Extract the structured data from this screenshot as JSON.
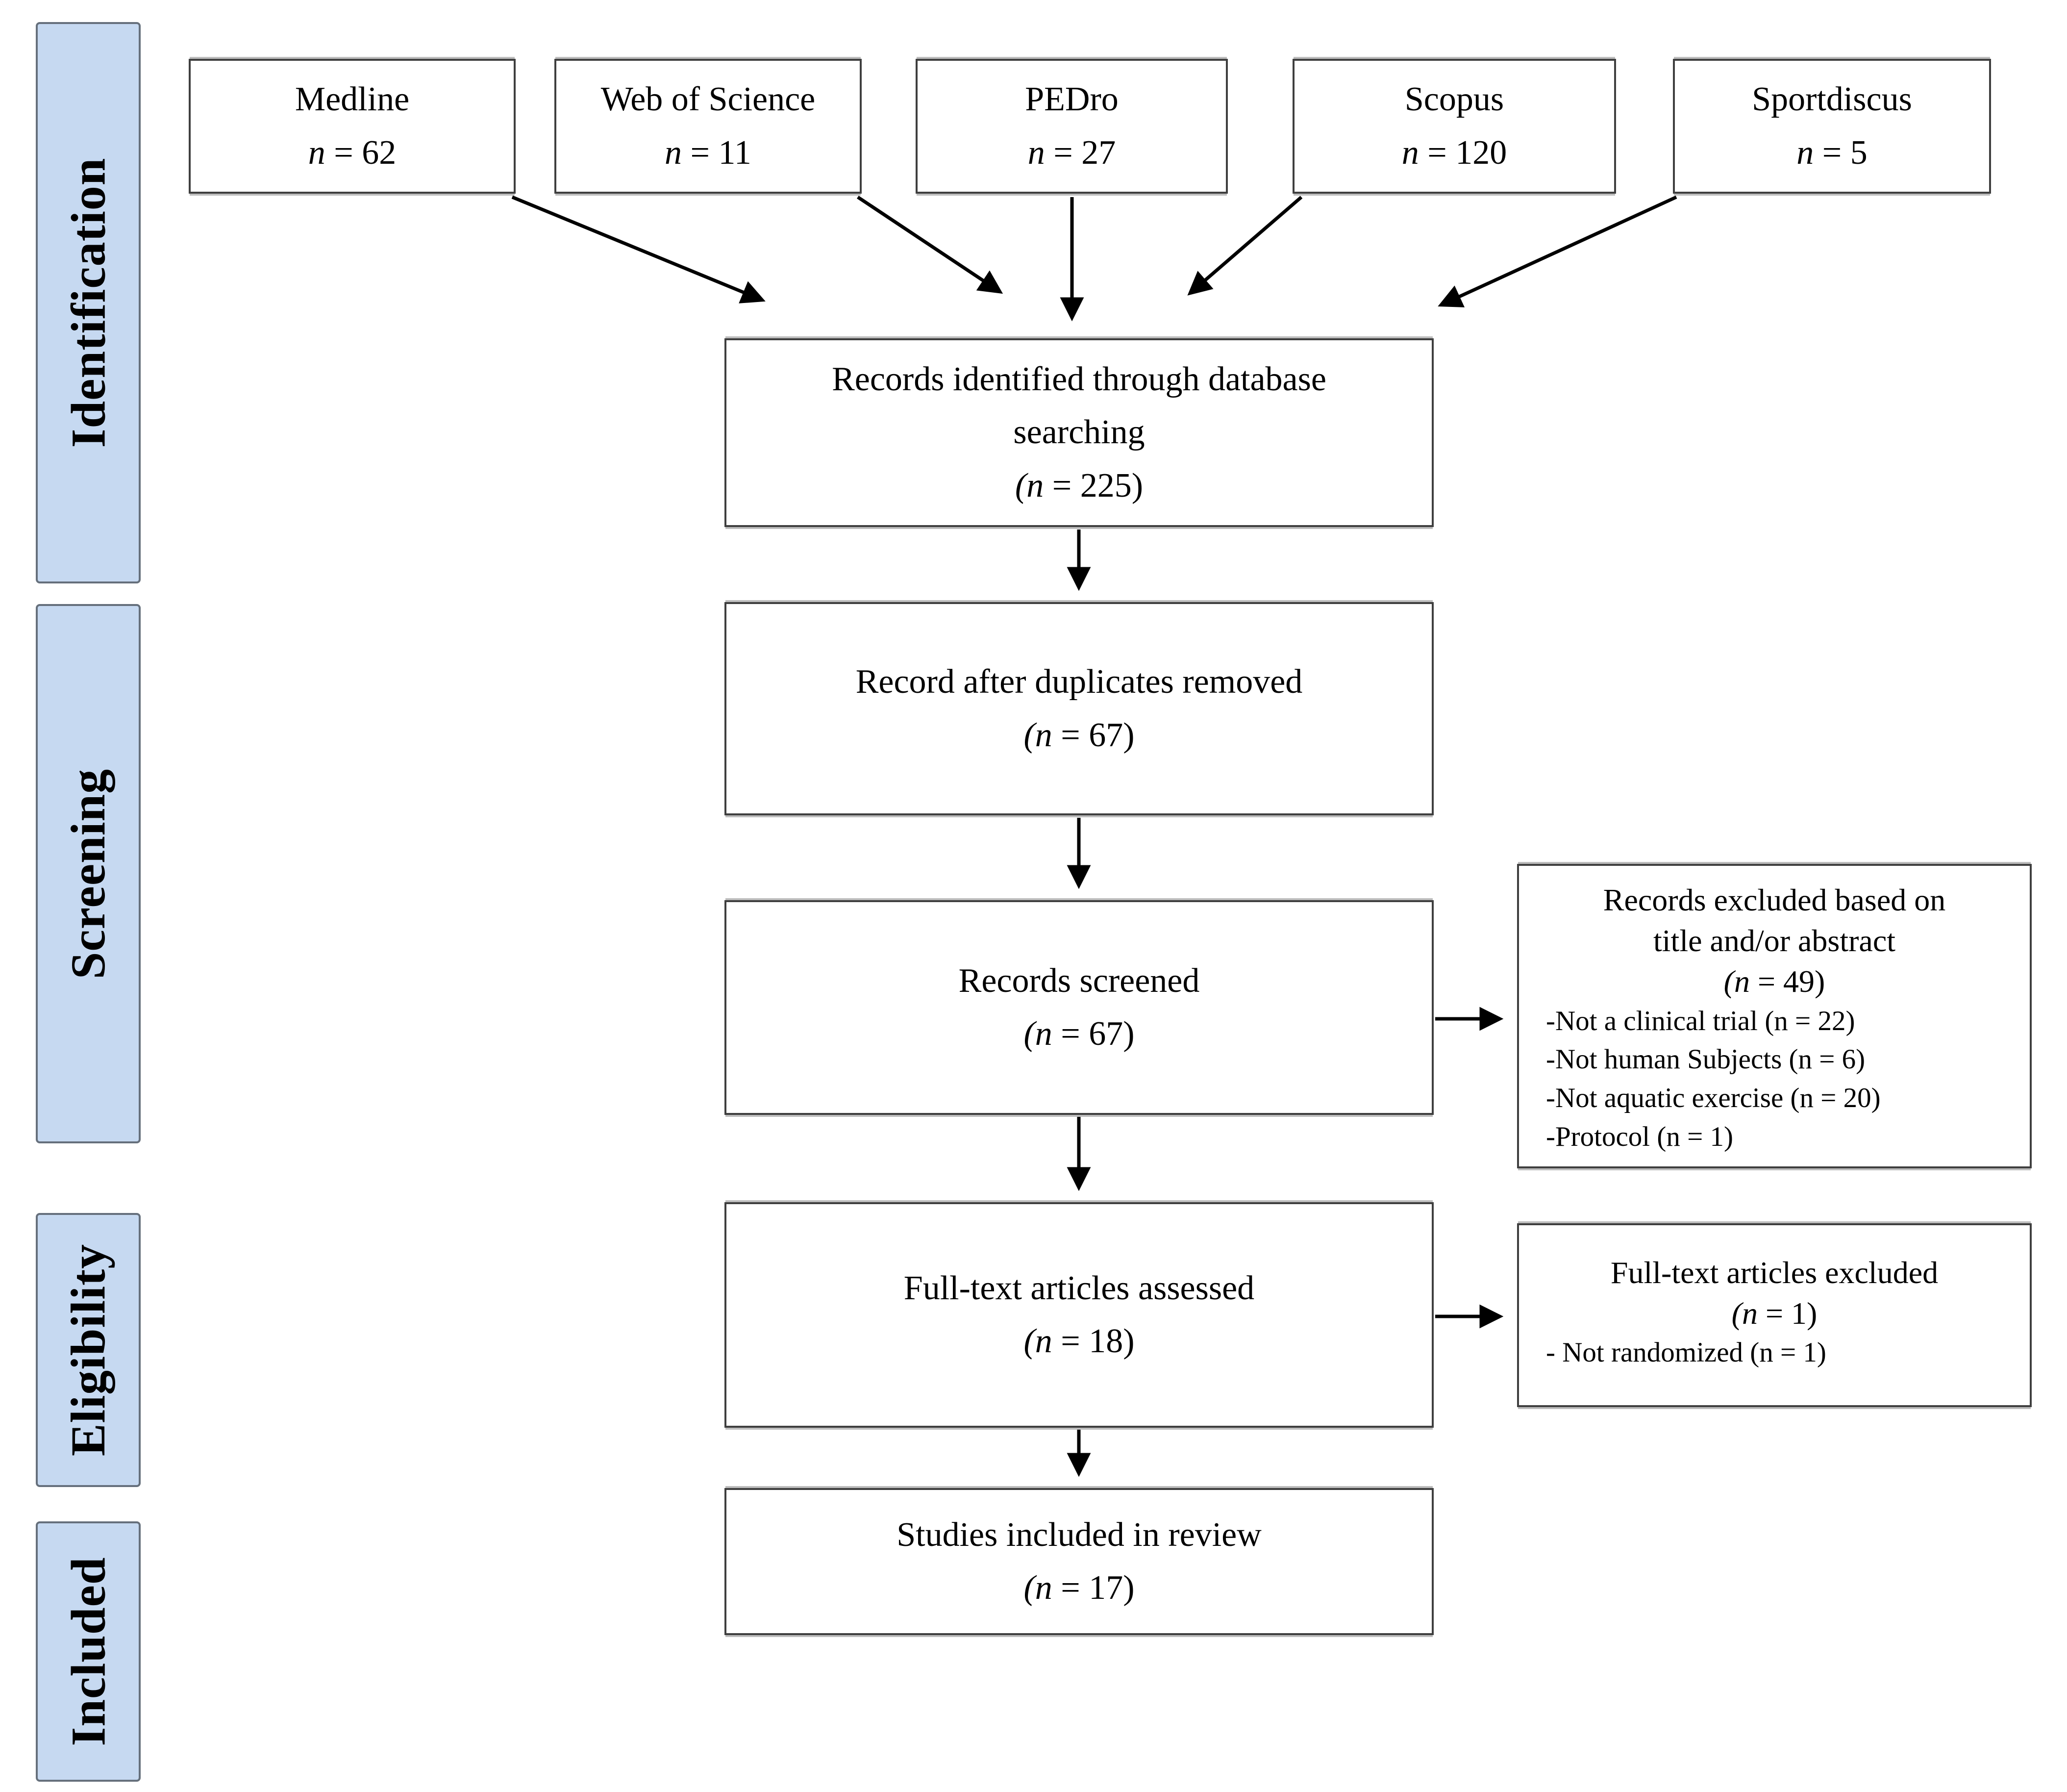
{
  "figure": {
    "colors": {
      "stage_fill": "#c6d9f1",
      "stage_border": "#66707c",
      "box_border": "#3f3f3f",
      "arrow": "#000000",
      "background": "#ffffff"
    },
    "stages": [
      {
        "label": "Identification"
      },
      {
        "label": "Screening"
      },
      {
        "label": "Eligibility"
      },
      {
        "label": "Included"
      }
    ],
    "sources": [
      {
        "name": "Medline",
        "count": "n = 62"
      },
      {
        "name": "Web of Science",
        "count": "n = 11"
      },
      {
        "name": "PEDro",
        "count": "n = 27"
      },
      {
        "name": "Scopus",
        "count": "n = 120"
      },
      {
        "name": "Sportdiscus",
        "count": "n = 5"
      }
    ],
    "nodes": {
      "identified": {
        "lines": [
          "Records identified through database",
          "searching"
        ],
        "count": "(n = 225)"
      },
      "deduplicated": {
        "lines": [
          "Record after duplicates removed"
        ],
        "count": "(n = 67)"
      },
      "screened": {
        "lines": [
          "Records screened"
        ],
        "count": "(n = 67)"
      },
      "fulltext": {
        "lines": [
          "Full-text articles assessed"
        ],
        "count": "(n = 18)"
      },
      "included": {
        "lines": [
          "Studies included in review"
        ],
        "count": "(n = 17)"
      },
      "excluded_screening": {
        "lines": [
          "Records excluded based on",
          "title and/or abstract"
        ],
        "count": "(n = 49)",
        "reasons": [
          "-Not a clinical trial (n = 22)",
          "-Not human Subjects (n = 6)",
          "-Not aquatic exercise (n = 20)",
          "-Protocol (n = 1)"
        ]
      },
      "excluded_fulltext": {
        "lines": [
          "Full-text articles excluded"
        ],
        "count": "(n = 1)",
        "reasons": [
          "- Not randomized (n = 1)"
        ]
      }
    }
  }
}
